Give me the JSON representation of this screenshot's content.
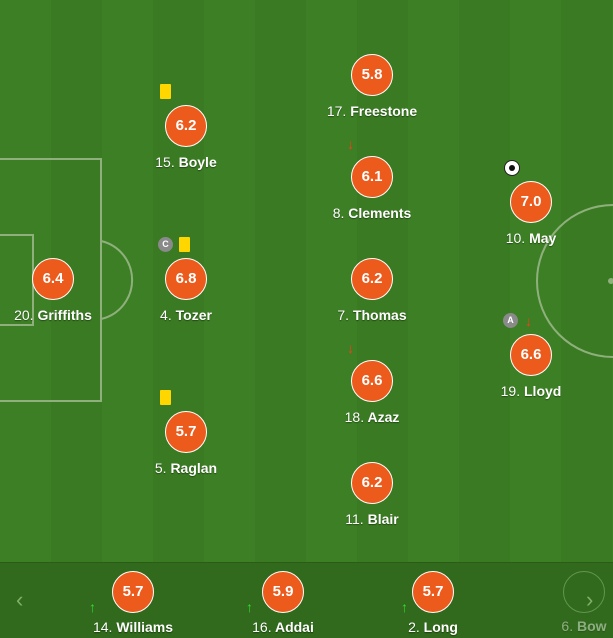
{
  "colors": {
    "rating_bg": "#ec5a1c",
    "pitch_dark": "#3a7a22",
    "pitch_light": "#3d7f25",
    "yellow_card": "#ffd600",
    "sub_off_arrow": "#ff3a1a",
    "sub_on_arrow": "#2fdc2f"
  },
  "players": {
    "griffiths": {
      "number": "20.",
      "name": "Griffiths",
      "rating": "6.4"
    },
    "boyle": {
      "number": "15.",
      "name": "Boyle",
      "rating": "6.2"
    },
    "tozer": {
      "number": "4.",
      "name": "Tozer",
      "rating": "6.8",
      "badge": "C"
    },
    "raglan": {
      "number": "5.",
      "name": "Raglan",
      "rating": "5.7"
    },
    "freestone": {
      "number": "17.",
      "name": "Freestone",
      "rating": "5.8"
    },
    "clements": {
      "number": "8.",
      "name": "Clements",
      "rating": "6.1"
    },
    "thomas": {
      "number": "7.",
      "name": "Thomas",
      "rating": "6.2"
    },
    "azaz": {
      "number": "18.",
      "name": "Azaz",
      "rating": "6.6"
    },
    "blair": {
      "number": "11.",
      "name": "Blair",
      "rating": "6.2"
    },
    "may": {
      "number": "10.",
      "name": "May",
      "rating": "7.0"
    },
    "lloyd": {
      "number": "19.",
      "name": "Lloyd",
      "rating": "6.6",
      "badge": "A"
    }
  },
  "subs": {
    "williams": {
      "number": "14.",
      "name": "Williams",
      "rating": "5.7"
    },
    "addai": {
      "number": "16.",
      "name": "Addai",
      "rating": "5.9"
    },
    "long": {
      "number": "2.",
      "name": "Long",
      "rating": "5.7"
    },
    "bow": {
      "number": "6.",
      "name": "Bow"
    }
  },
  "icons": {
    "yellow_card": "yellow-card-icon",
    "sub_off": "↓",
    "sub_on": "↑",
    "goal": "football-icon",
    "prev": "‹",
    "next": "›"
  }
}
